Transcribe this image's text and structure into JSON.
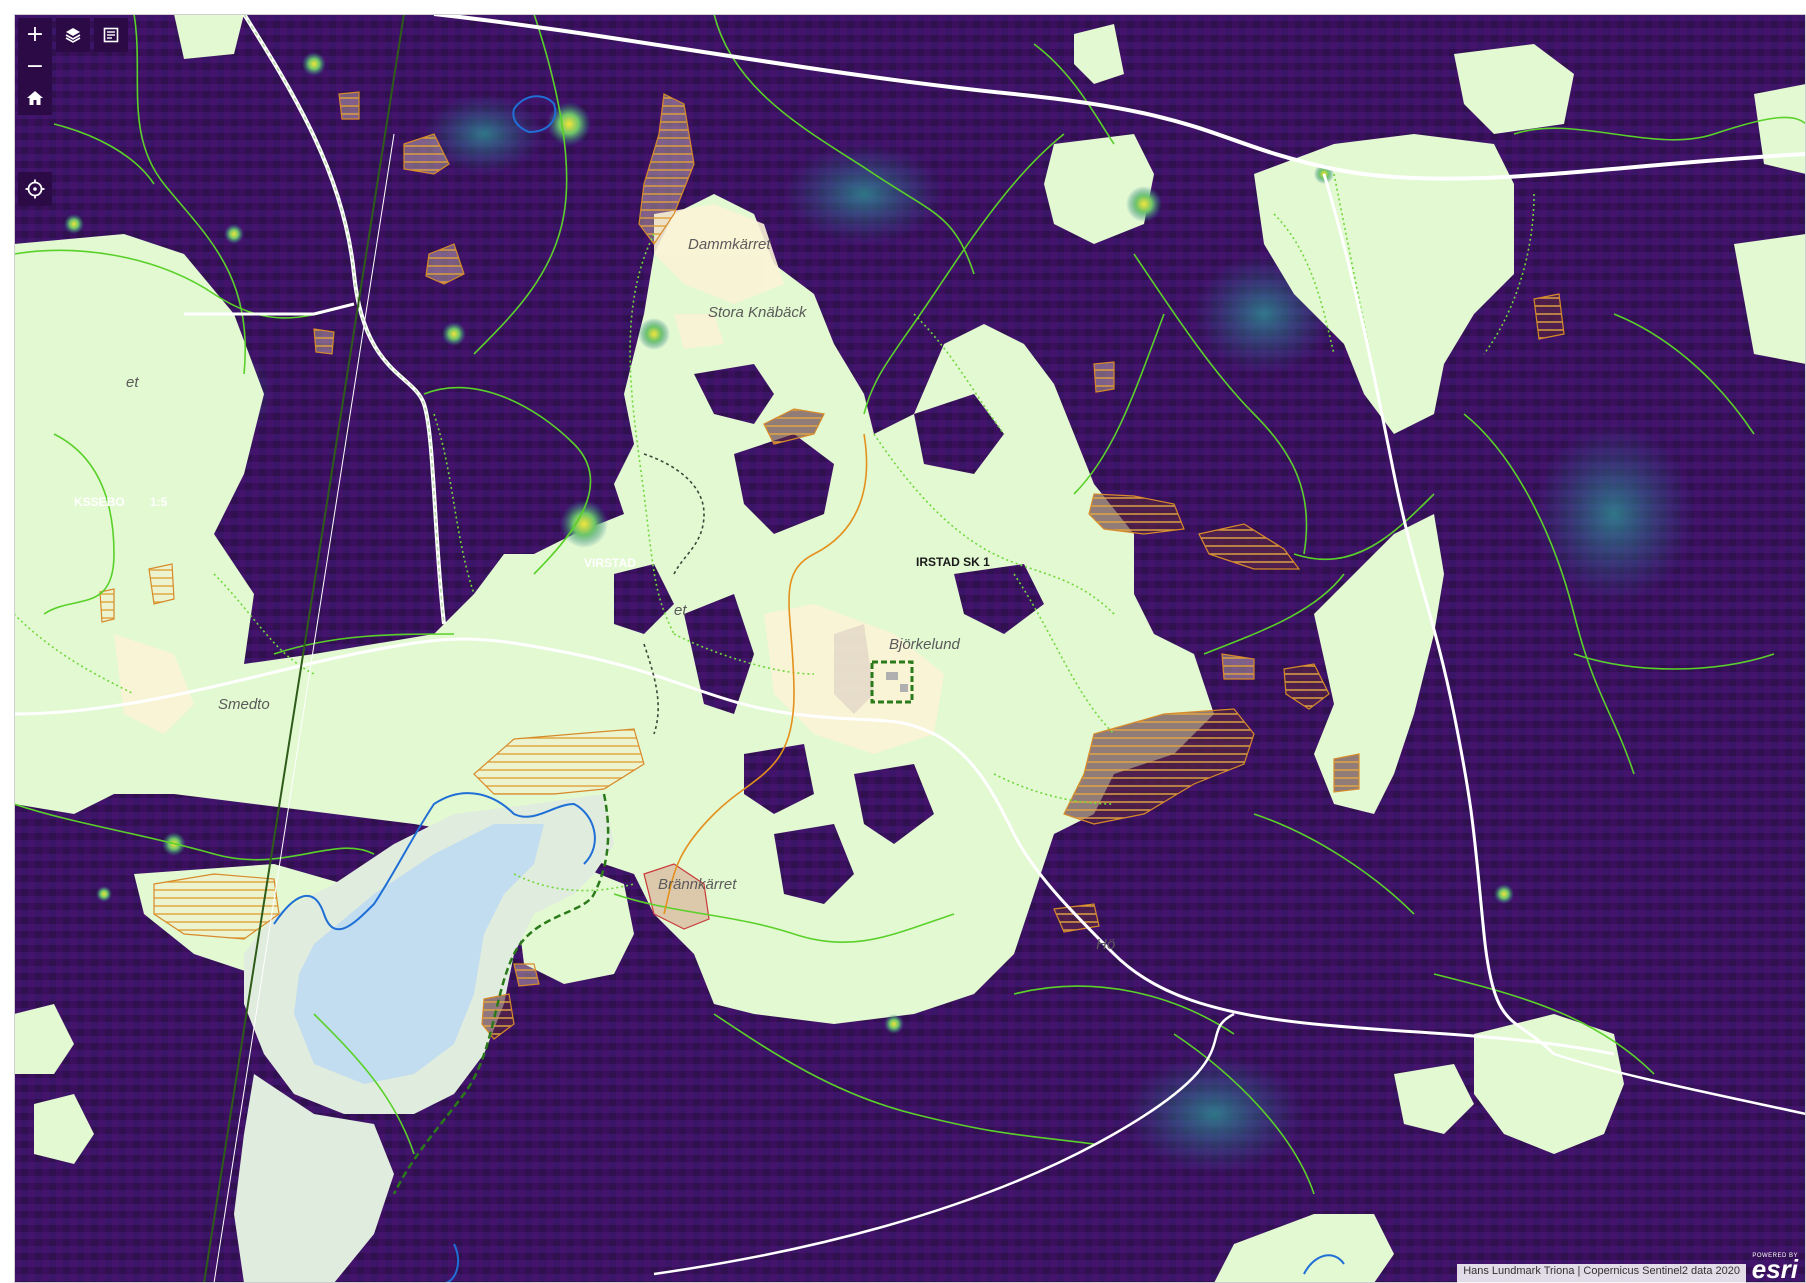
{
  "map": {
    "controls": {
      "zoom_in": "+",
      "zoom_out": "−"
    },
    "place_labels": {
      "dammkarret": "Dammkärret",
      "stora_knaback": "Stora Knäbäck",
      "virstad": "VIRSTAD",
      "virstad_sk1": "IRSTAD SK 1",
      "bjorkelund": "Björkelund",
      "smedto": "Smedto",
      "brannkarret": "Brännkärret",
      "ho": "Hö",
      "kssebo": "KSSEBO",
      "scale_fragment": "1:5",
      "et_left": "et",
      "et_mid": "et"
    },
    "attribution": "Hans Lundmark Triona | Copernicus Sentinel2 data 2020",
    "logo": {
      "powered_by": "POWERED BY",
      "name": "esri"
    },
    "icons": [
      "plus-icon",
      "layers-icon",
      "legend-icon",
      "minus-icon",
      "home-icon",
      "locate-icon"
    ],
    "colors": {
      "forest_purple": "#3a0f5e",
      "open_land_green": "#e3f9d2",
      "water": "#c2ddef",
      "field_cream": "#fbf3d6",
      "hotspot_yellow": "#f2e43a",
      "boundary_green": "#5ad12a",
      "road": "#ffffff",
      "stream": "#1f6fd6"
    }
  }
}
